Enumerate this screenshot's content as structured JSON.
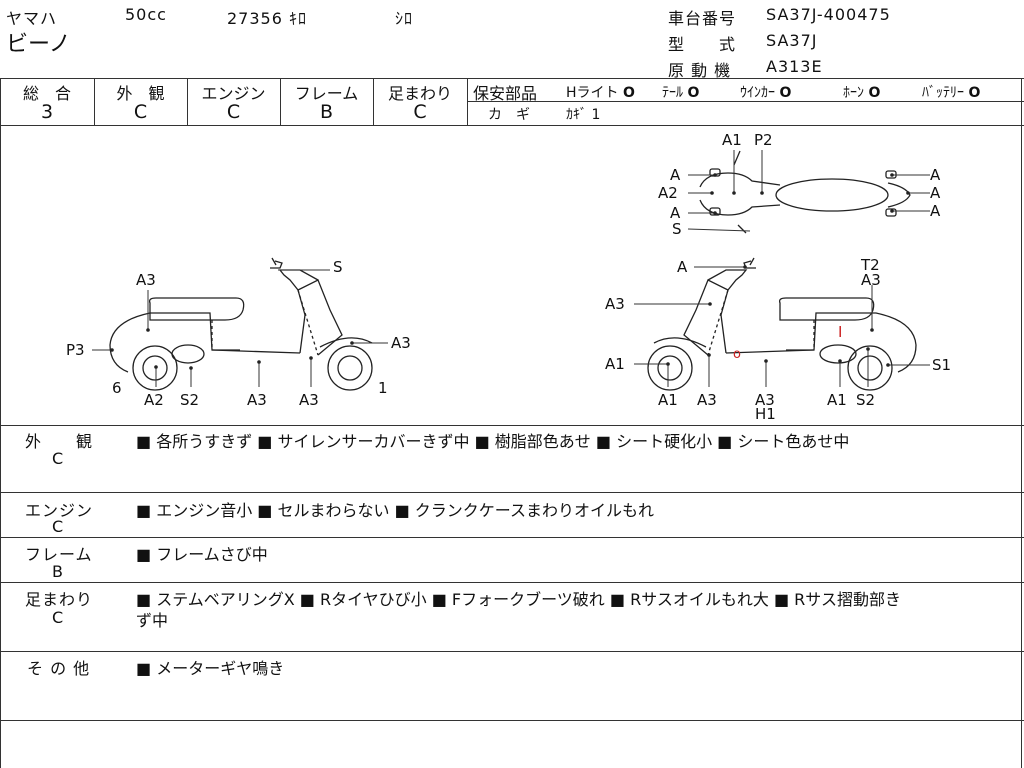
{
  "header": {
    "maker": "ヤマハ",
    "displacement": "50cc",
    "mileage": "27356 ｷﾛ",
    "color": "ｼﾛ",
    "model_name": "ビーノ",
    "chassis_label": "車台番号",
    "chassis_number": "SA37J-400475",
    "type_label": "型　　式",
    "type_value": "SA37J",
    "engine_label": "原 動 機",
    "engine_value": "A313E"
  },
  "grades": [
    {
      "label": "総　合",
      "value": "3"
    },
    {
      "label": "外　観",
      "value": "C"
    },
    {
      "label": "エンジン",
      "value": "C"
    },
    {
      "label": "フレーム",
      "value": "B"
    },
    {
      "label": "足まわり",
      "value": "C"
    }
  ],
  "safety": {
    "title": "保安部品",
    "items": [
      {
        "label": "Hライト",
        "status": "O"
      },
      {
        "label": "ﾃｰﾙ",
        "status": "O"
      },
      {
        "label": "ｳｲﾝｶｰ",
        "status": "O"
      },
      {
        "label": "ﾎｰﾝ",
        "status": "O"
      },
      {
        "label": "ﾊﾞｯﾃﾘｰ",
        "status": "O"
      }
    ],
    "key_label": "カ　ギ",
    "key_value": "ｶｷﾞ 1"
  },
  "diagram": {
    "left": [
      "A3",
      "P3",
      "6",
      "A2",
      "S2",
      "A3",
      "A3",
      "S",
      "A3",
      "1"
    ],
    "top": [
      "A1",
      "P2",
      "A",
      "A2",
      "A",
      "S",
      "A",
      "A",
      "A"
    ],
    "right": [
      "A",
      "A3",
      "T2",
      "A3",
      "A1",
      "A1",
      "A3",
      "A3",
      "H1",
      "A1",
      "S2",
      "S1"
    ],
    "red_marks": [
      "I",
      "o"
    ]
  },
  "sections": [
    {
      "label": "外　　観",
      "grade": "C",
      "text": "■ 各所うすきず ■ サイレンサーカバーきず中 ■ 樹脂部色あせ ■ シート硬化小 ■ シート色あせ中",
      "text2": ""
    },
    {
      "label": "エンジン",
      "grade": "C",
      "text": "■ エンジン音小 ■ セルまわらない ■ クランクケースまわりオイルもれ",
      "text2": ""
    },
    {
      "label": "フレーム",
      "grade": "B",
      "text": "■ フレームさび中",
      "text2": ""
    },
    {
      "label": "足まわり",
      "grade": "C",
      "text": "■ ステムベアリングX ■ Rタイヤひび小 ■ Fフォークブーツ破れ ■ Rサスオイルもれ大 ■ Rサス摺動部き",
      "text2": "ず中"
    },
    {
      "label": "そ の 他",
      "grade": "",
      "text": "■ メーターギヤ鳴き",
      "text2": ""
    }
  ]
}
